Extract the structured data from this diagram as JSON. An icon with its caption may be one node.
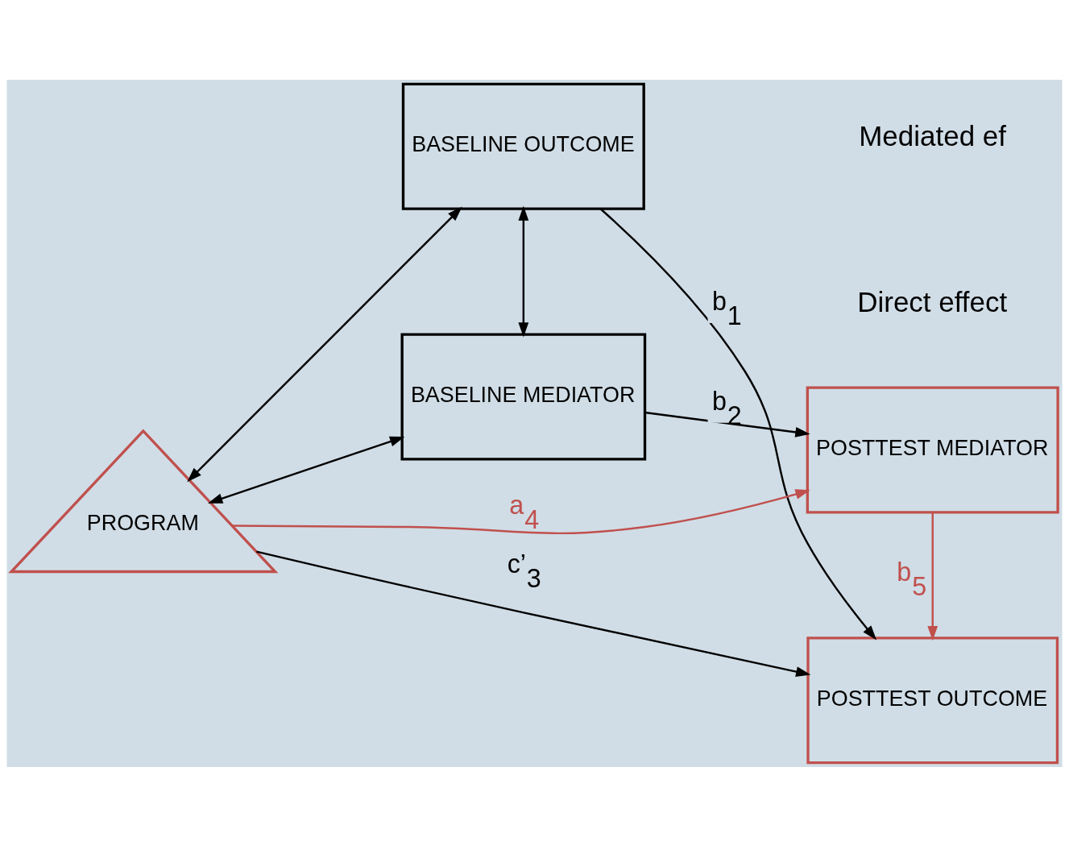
{
  "diagram": {
    "nodes": [
      {
        "text": [
          "BASELINE OUTCOME"
        ]
      },
      {
        "text": [
          "POSTTEST OUTCOME"
        ]
      },
      {
        "text": [
          "BASELINE MEDIATOR"
        ]
      },
      {
        "text": [
          "POSTTEST MEDIATOR"
        ]
      },
      {
        "text": [
          "PROGRAM"
        ]
      }
    ],
    "edges": [
      {
        "from": 0,
        "to": 1,
        "arrow": "to",
        "label": "b$_{1}$"
      },
      {
        "from": 2,
        "to": 3,
        "arrow": "to",
        "label": "b$_{2}$"
      },
      {
        "from": 4,
        "to": 1,
        "arrow": "to",
        "label": "c’$_{3}$"
      },
      {
        "from": 4,
        "to": 3,
        "arrow": "to",
        "label": "a$_{4}$",
        "color": "#c0504d"
      },
      {
        "from": 3,
        "to": 1,
        "arrow": "to",
        "label": "b$_{5}$",
        "color": "#c0504d"
      },
      {
        "from": 0,
        "to": 2,
        "arrow": "both"
      },
      {
        "from": 4,
        "to": 0,
        "arrow": "both"
      },
      {
        "from": 4,
        "to": 2,
        "arrow": "both"
      }
    ],
    "labels": [
      "Mediated ef",
      "Direct effect"
    ]
  }
}
